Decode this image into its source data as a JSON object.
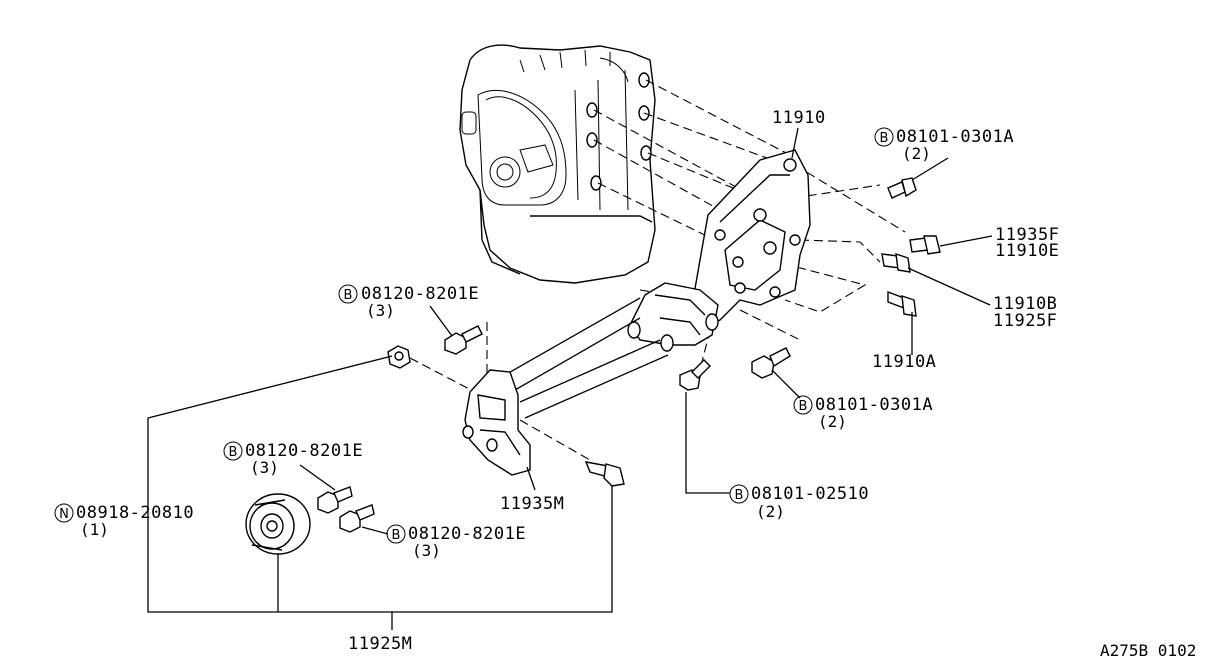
{
  "callouts": {
    "part_11910": "11910",
    "bolt_top": {
      "badge": "B",
      "code": "08101-0301A",
      "qty": "(2)"
    },
    "part_11935F": "11935F",
    "part_11910E": "11910E",
    "part_11910B": "11910B",
    "part_11925F": "11925F",
    "part_11910A": "11910A",
    "bolt_mid": {
      "badge": "B",
      "code": "08101-0301A",
      "qty": "(2)"
    },
    "bolt_lower": {
      "badge": "B",
      "code": "08101-02510",
      "qty": "(2)"
    },
    "bolt_left_top": {
      "badge": "B",
      "code": "08120-8201E",
      "qty": "(3)"
    },
    "bolt_left_mid": {
      "badge": "B",
      "code": "08120-8201E",
      "qty": "(3)"
    },
    "bolt_left_low": {
      "badge": "B",
      "code": "08120-8201E",
      "qty": "(3)"
    },
    "nut": {
      "badge": "N",
      "code": "08918-20810",
      "qty": "(1)"
    },
    "part_11935M": "11935M",
    "part_11925M": "11925M"
  },
  "diagram_ref": "A275B 0102"
}
